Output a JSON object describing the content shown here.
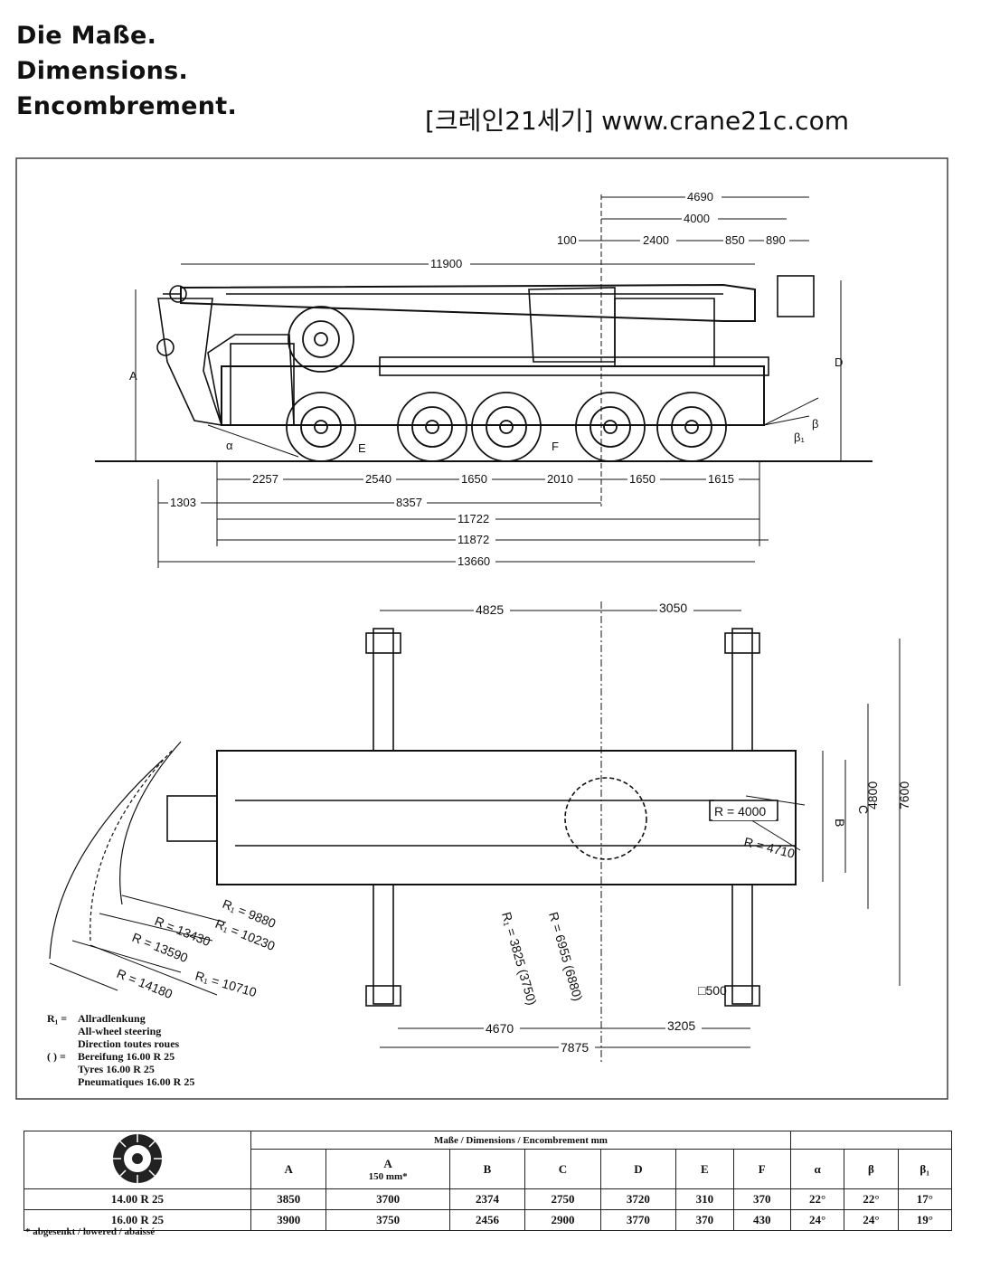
{
  "header": {
    "title_de": "Die Maße.",
    "title_en": "Dimensions.",
    "title_fr": "Encombrement.",
    "brand": "[크레인21세기] www.crane21c.com"
  },
  "side_view": {
    "top_dims": [
      "4690",
      "4000",
      "100",
      "2400",
      "850",
      "890"
    ],
    "overall_top": "11900",
    "bottom_dims": [
      "2257",
      "2540",
      "1650",
      "2010",
      "1650",
      "1615",
      "1303",
      "8357",
      "11722",
      "11872",
      "13660"
    ],
    "letters": [
      "A",
      "D",
      "E",
      "F",
      "α",
      "β",
      "β₁"
    ]
  },
  "plan_view": {
    "outrigger_top": [
      "4825",
      "3050"
    ],
    "outrigger_bottom": [
      "4670",
      "3205",
      "7875"
    ],
    "radii_right": [
      "R = 4000",
      "R = 4710"
    ],
    "vertical": [
      "B",
      "C",
      "4800",
      "7600"
    ],
    "radii_left": [
      "R₁ = 9880",
      "R₁ = 10230",
      "R = 13430",
      "R = 13590",
      "R = 14180",
      "R₁ = 10710"
    ],
    "radii_bottom": [
      "R₁ = 3825 (3750)",
      "R = 6955 (6880)"
    ],
    "pad": "□500"
  },
  "legend": [
    {
      "key": "R₁ =",
      "lines": [
        "Allradlenkung",
        "All-wheel steering",
        "Direction toutes roues"
      ]
    },
    {
      "key": "( ) =",
      "lines": [
        "Bereifung 16.00 R 25",
        "Tyres 16.00 R 25",
        "Pneumatiques 16.00 R 25"
      ]
    }
  ],
  "table": {
    "caption": "Maße / Dimensions / Encombrement mm",
    "headers": [
      "A",
      "A",
      "B",
      "C",
      "D",
      "E",
      "F",
      "α",
      "β",
      "β₁"
    ],
    "sub_header": "150 mm*",
    "rows": [
      {
        "tyre": "14.00 R 25",
        "values": [
          "3850",
          "3700",
          "2374",
          "2750",
          "3720",
          "310",
          "370",
          "22°",
          "22°",
          "17°"
        ]
      },
      {
        "tyre": "16.00 R 25",
        "values": [
          "3900",
          "3750",
          "2456",
          "2900",
          "3770",
          "370",
          "430",
          "24°",
          "24°",
          "19°"
        ]
      }
    ]
  },
  "footnote": "* abgesenkt / lowered / abaissé"
}
